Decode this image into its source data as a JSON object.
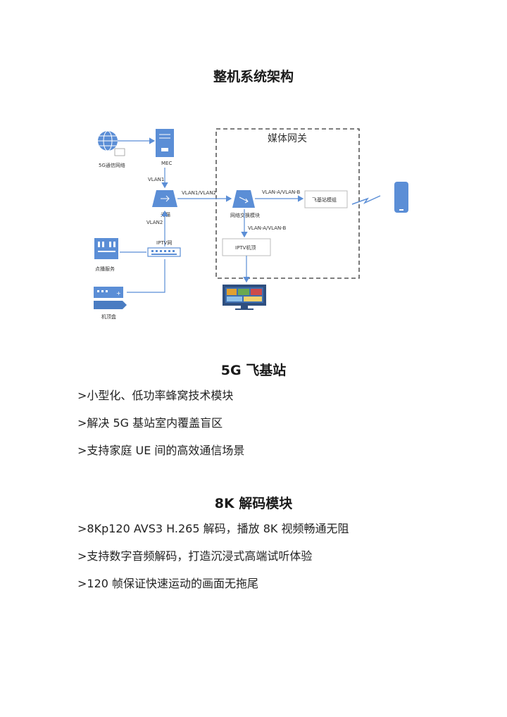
{
  "page_title": "整机系统架构",
  "diagram": {
    "gateway_label": "媒体网关",
    "nodes": {
      "network_5g": "5G通信网络",
      "mec": "MEC",
      "optical": "光猫",
      "iptv_net": "IPTV网",
      "vod": "点播服务",
      "stb": "机顶盒",
      "switch": "网络交换模块",
      "femto": "飞基站模组",
      "iptv_stb": "IPTV机顶"
    },
    "links": {
      "vlan1": "VLAN1",
      "vlan2": "VLAN2",
      "vlan12": "VLAN1/VLAN2",
      "vlan_ab_top": "VLAN-A/VLAN-B",
      "vlan_ab_down": "VLAN-A/VLAN-B"
    }
  },
  "sections": [
    {
      "title": "5G 飞基站",
      "bullets": [
        ">小型化、低功率蜂窝技术模块",
        ">解决 5G 基站室内覆盖盲区",
        ">支持家庭 UE 间的高效通信场景"
      ]
    },
    {
      "title": "8K 解码模块",
      "bullets": [
        ">8Kp120 AVS3 H.265 解码，播放 8K 视频畅通无阻",
        ">支持数字音频解码，打造沉浸式高端试听体验",
        ">120 帧保证快速运动的画面无拖尾"
      ]
    }
  ],
  "colors": {
    "line": "#5b8ed6",
    "device": "#5b8ed6",
    "dashed_border": "#333333"
  }
}
